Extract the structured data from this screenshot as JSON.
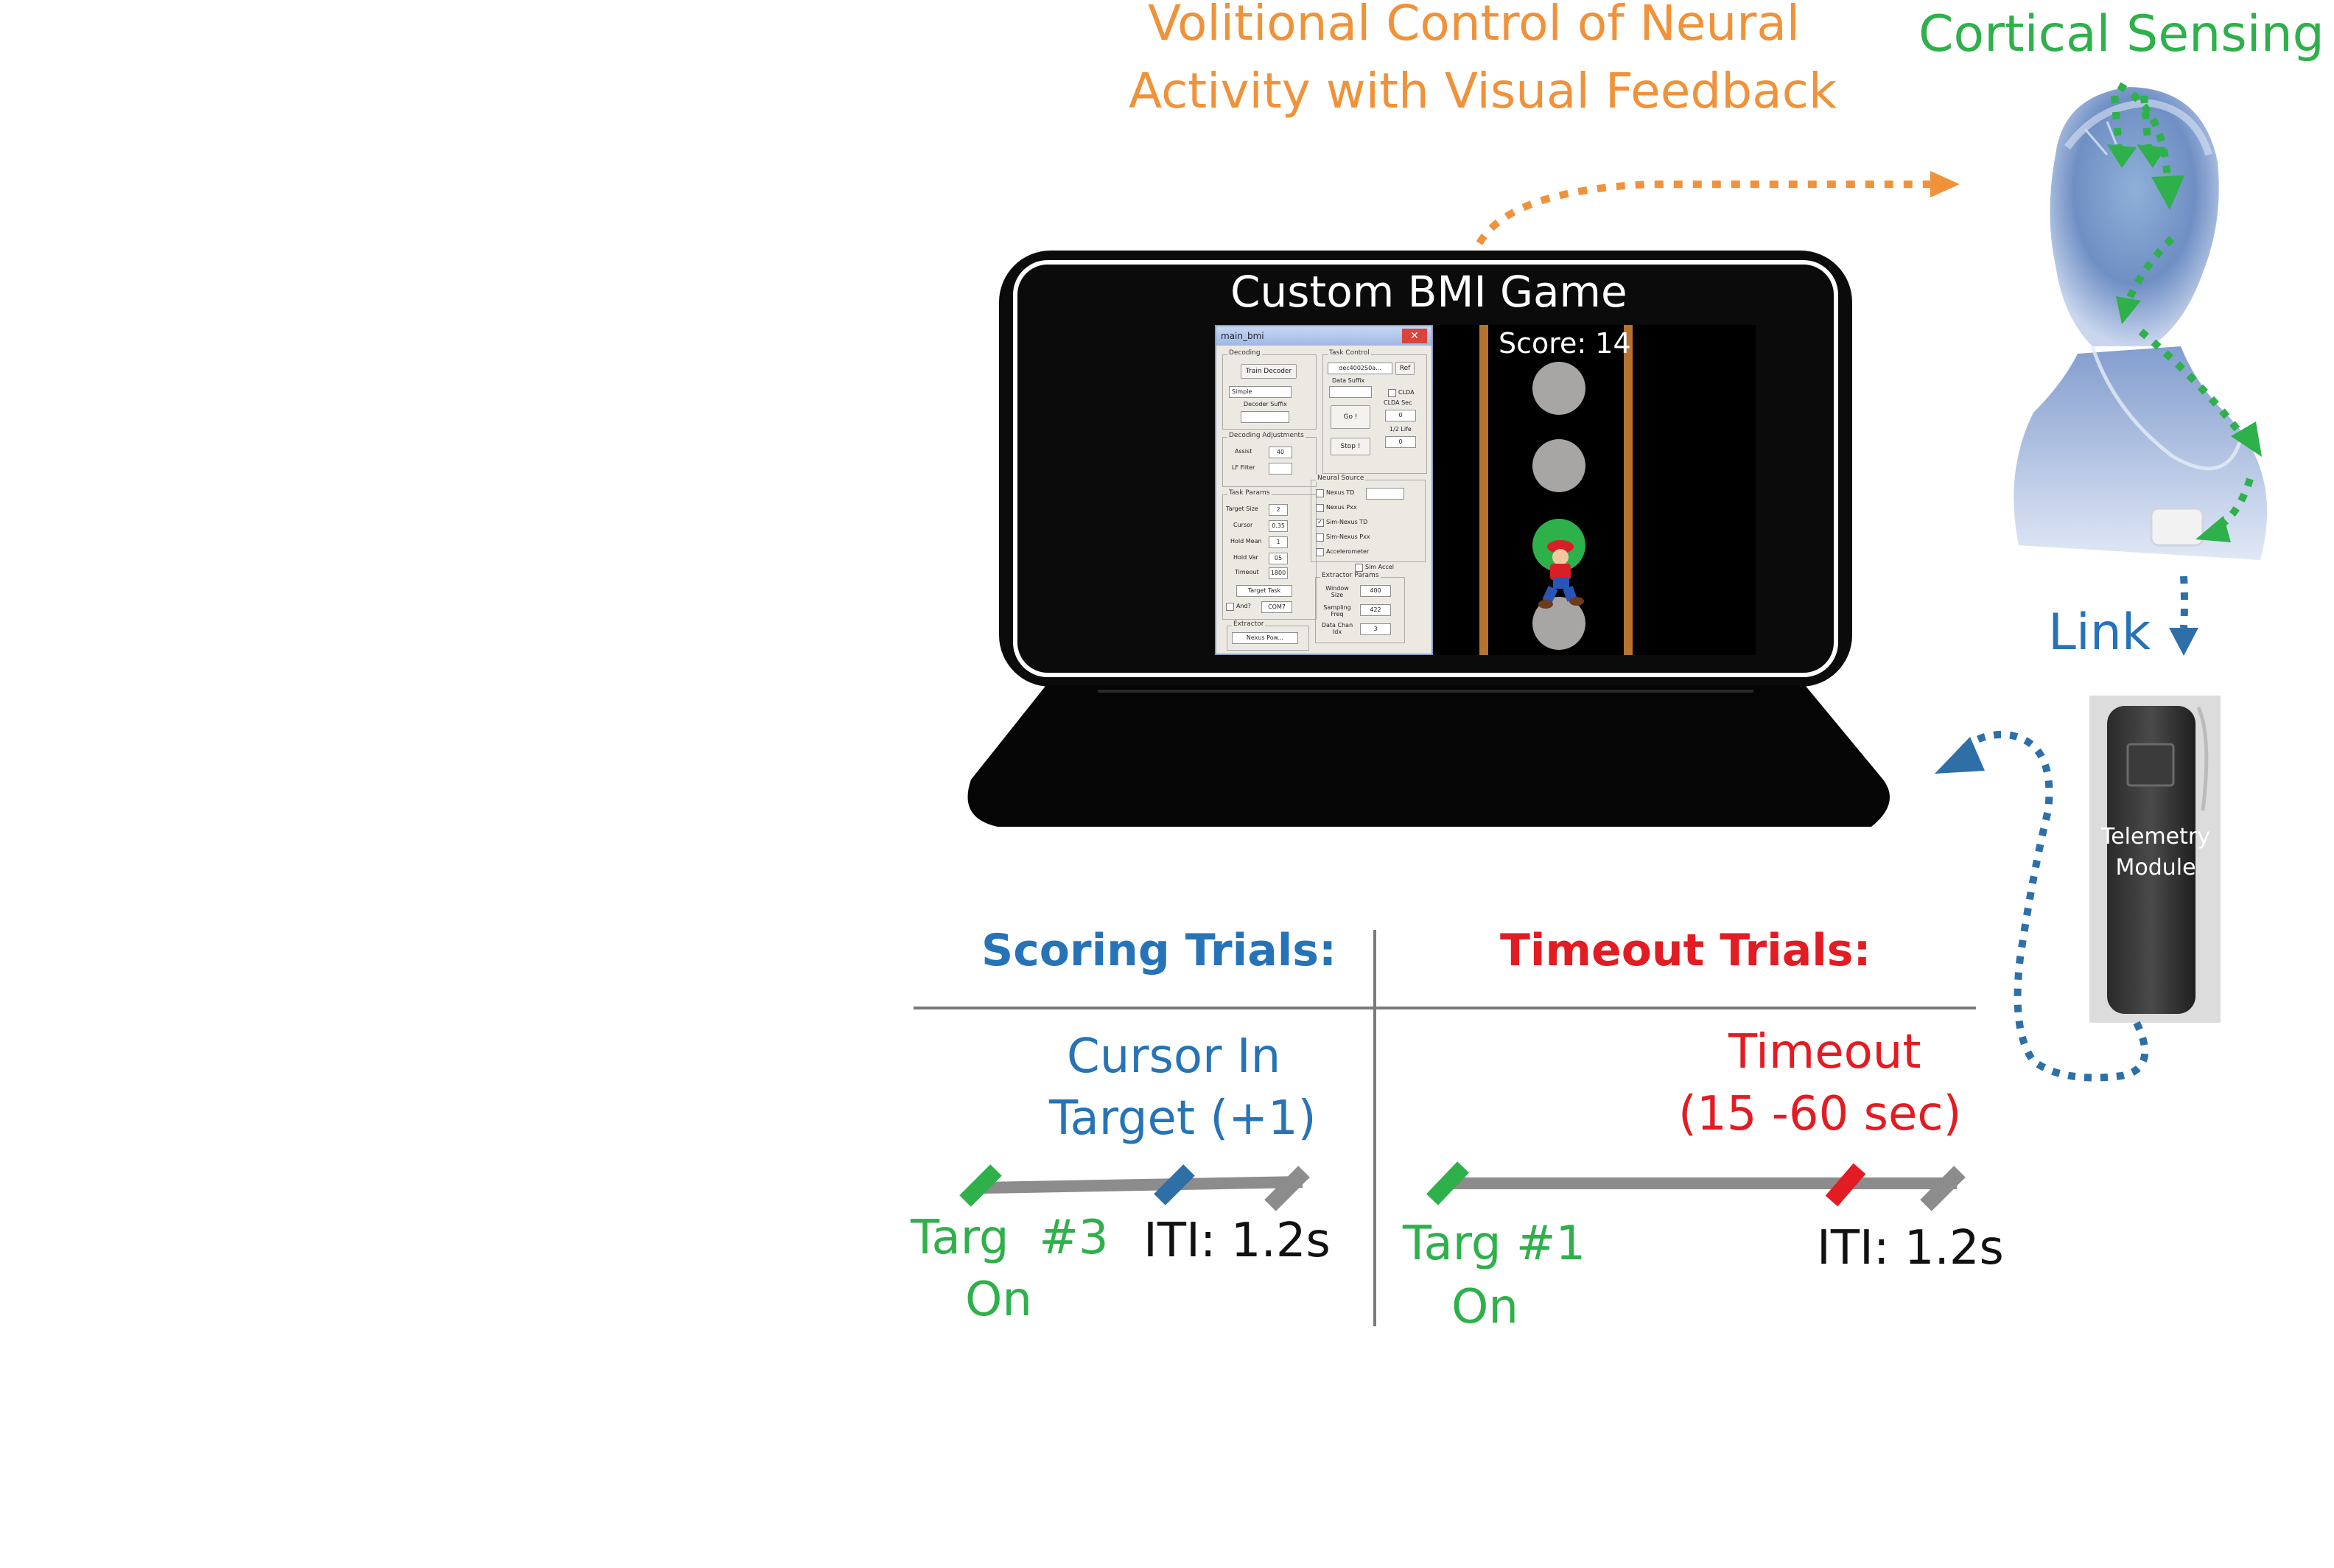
{
  "header": {
    "volitional_line1": "Volitional Control of Neural",
    "volitional_line2": "Activity with Visual Feedback",
    "cortical_sensing": "Cortical Sensing",
    "link": "Link",
    "telemetry_line1": "Telemetry",
    "telemetry_line2": "Module"
  },
  "laptop": {
    "title": "Custom BMI Game",
    "score": "Score: 14"
  },
  "gui": {
    "title": "main_bmi",
    "decoding": {
      "title": "Decoding",
      "train_button": "Train Decoder",
      "select_value": "Simple",
      "suffix_label": "Decoder Suffix"
    },
    "adjustments": {
      "title": "Decoding Adjustments",
      "assist_label": "Assist",
      "assist_value": "40",
      "lf_label": "LF Filter"
    },
    "task_params": {
      "title": "Task Params",
      "rows": [
        {
          "label": "Target Size",
          "value": "2"
        },
        {
          "label": "Cursor",
          "value": "0.35"
        },
        {
          "label": "Hold Mean",
          "value": "1"
        },
        {
          "label": "Hold Var",
          "value": "05"
        },
        {
          "label": "Timeout",
          "value": "1800"
        }
      ],
      "task_select": "Target Task",
      "and_label": "And?",
      "and_value": "COM7"
    },
    "extractor_select": {
      "title": "Extractor",
      "value": "Nexus Pow..."
    },
    "task_control": {
      "title": "Task Control",
      "file_value": "dec4002S0a...",
      "ref_label": "Ref",
      "data_suffix_label": "Data Suffix",
      "clda_label": "CLDA",
      "clda_sec_label": "CLDA Sec",
      "clda_sec_value": "0",
      "half_life_label": "1/2 Life",
      "half_life_value": "0",
      "go_button": "Go !",
      "stop_button": "Stop !"
    },
    "neural_source": {
      "title": "Neural Source",
      "options": [
        {
          "label": "Nexus TD",
          "checked": false
        },
        {
          "label": "Nexus Pxx",
          "checked": false
        },
        {
          "label": "Sim-Nexus TD",
          "checked": true
        },
        {
          "label": "Sim-Nexus Pxx",
          "checked": false
        },
        {
          "label": "Accelerometer",
          "checked": false
        }
      ],
      "sim_accel_label": "Sim Accel"
    },
    "extractor_params": {
      "title": "Extractor Params",
      "rows": [
        {
          "label": "Window Size",
          "value": "400"
        },
        {
          "label": "Sampling Freq",
          "value": "422"
        },
        {
          "label": "Data Chan Idx",
          "value": "3"
        }
      ]
    }
  },
  "trials": {
    "scoring": {
      "title": "Scoring Trials:",
      "event_line1": "Cursor In",
      "event_line2": "Target (+1)",
      "start_line1": "Targ  #3",
      "start_line2": "On",
      "iti": "ITI: 1.2s"
    },
    "timeout": {
      "title": "Timeout Trials:",
      "event_line1": "Timeout",
      "event_line2": "(15 -60 sec)",
      "start_line1": "Targ #1",
      "start_line2": "On",
      "iti": "ITI: 1.2s"
    }
  },
  "colors": {
    "orange": "#f0923a",
    "green": "#2eb04a",
    "blue": "#2673b8",
    "red": "#e31b23",
    "gray": "#8c8c8c",
    "dark": "#111111"
  }
}
